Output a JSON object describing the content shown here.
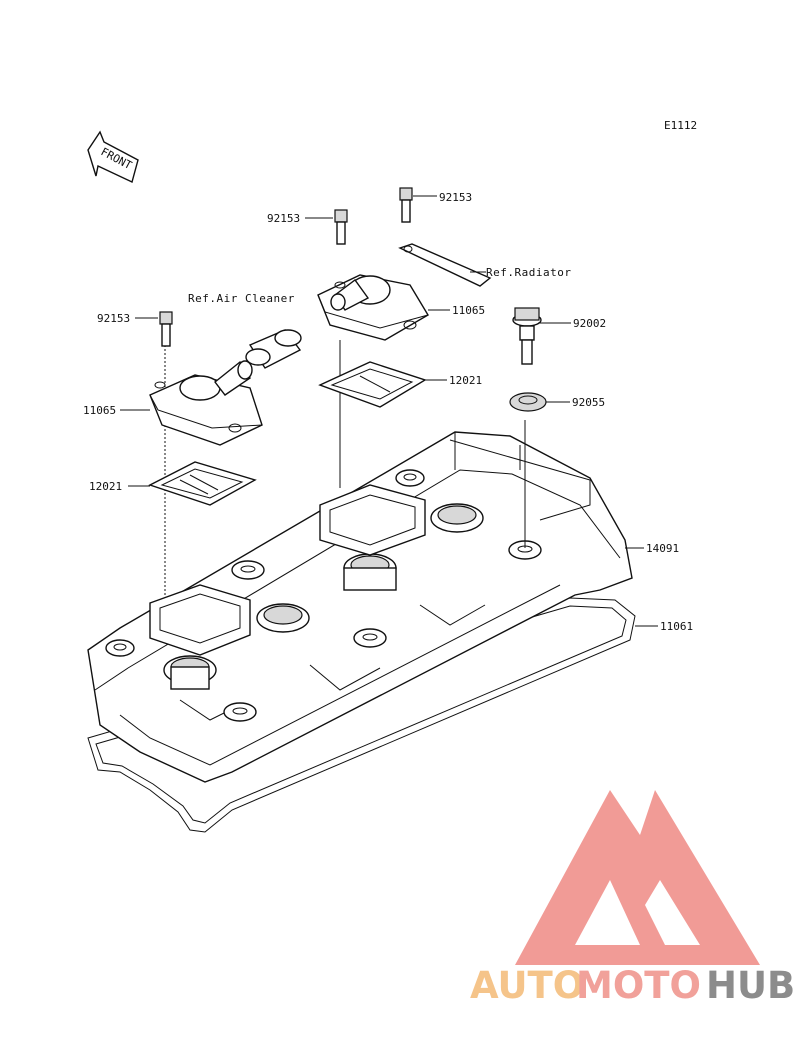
{
  "diagram": {
    "code": "E1112",
    "front_label": "FRONT",
    "refs": {
      "air_cleaner": "Ref.Air Cleaner",
      "radiator": "Ref.Radiator"
    },
    "callouts": [
      {
        "id": "c1",
        "text": "92153"
      },
      {
        "id": "c2",
        "text": "92153"
      },
      {
        "id": "c3",
        "text": "92153"
      },
      {
        "id": "c4",
        "text": "11065"
      },
      {
        "id": "c5",
        "text": "11065"
      },
      {
        "id": "c6",
        "text": "12021"
      },
      {
        "id": "c7",
        "text": "12021"
      },
      {
        "id": "c8",
        "text": "92002"
      },
      {
        "id": "c9",
        "text": "92055"
      },
      {
        "id": "c10",
        "text": "14091"
      },
      {
        "id": "c11",
        "text": "11061"
      }
    ]
  },
  "watermark": {
    "part1": "AUTO",
    "part2": "MOTO",
    "part3": "HUB",
    "colors": {
      "auto": "#f5c48a",
      "moto": "#f1a19a",
      "hub": "#8c8c8c",
      "logo": "#ee8a84"
    }
  }
}
